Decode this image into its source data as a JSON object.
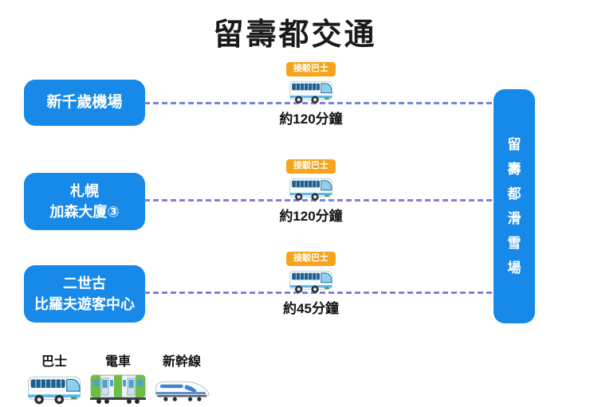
{
  "title": "留壽都交通",
  "colors": {
    "box_blue": "#1789E8",
    "badge_orange": "#F5A41D",
    "dash_line": "#7B83DD",
    "box_text": "#FFFFFF",
    "title_text": "#1A1A1A"
  },
  "origins": [
    {
      "lines": [
        "新千歲機場",
        ""
      ]
    },
    {
      "lines": [
        "札幌",
        "加森大廈③"
      ]
    },
    {
      "lines": [
        "二世古",
        "比羅夫遊客中心"
      ]
    }
  ],
  "destination": {
    "label": "留壽都滑雪場",
    "chars": [
      "留",
      "壽",
      "都",
      "滑",
      "雪",
      "場"
    ]
  },
  "routes": [
    {
      "badge": "接駁巴士",
      "duration": "約120分鐘",
      "icon": "shuttle-bus-icon"
    },
    {
      "badge": "接駁巴士",
      "duration": "約120分鐘",
      "icon": "shuttle-bus-icon"
    },
    {
      "badge": "接駁巴士",
      "duration": "約45分鐘",
      "icon": "shuttle-bus-icon"
    }
  ],
  "legend": [
    {
      "label": "巴士",
      "icon": "bus-icon"
    },
    {
      "label": "電車",
      "icon": "train-icon"
    },
    {
      "label": "新幹線",
      "icon": "shinkansen-icon"
    }
  ]
}
